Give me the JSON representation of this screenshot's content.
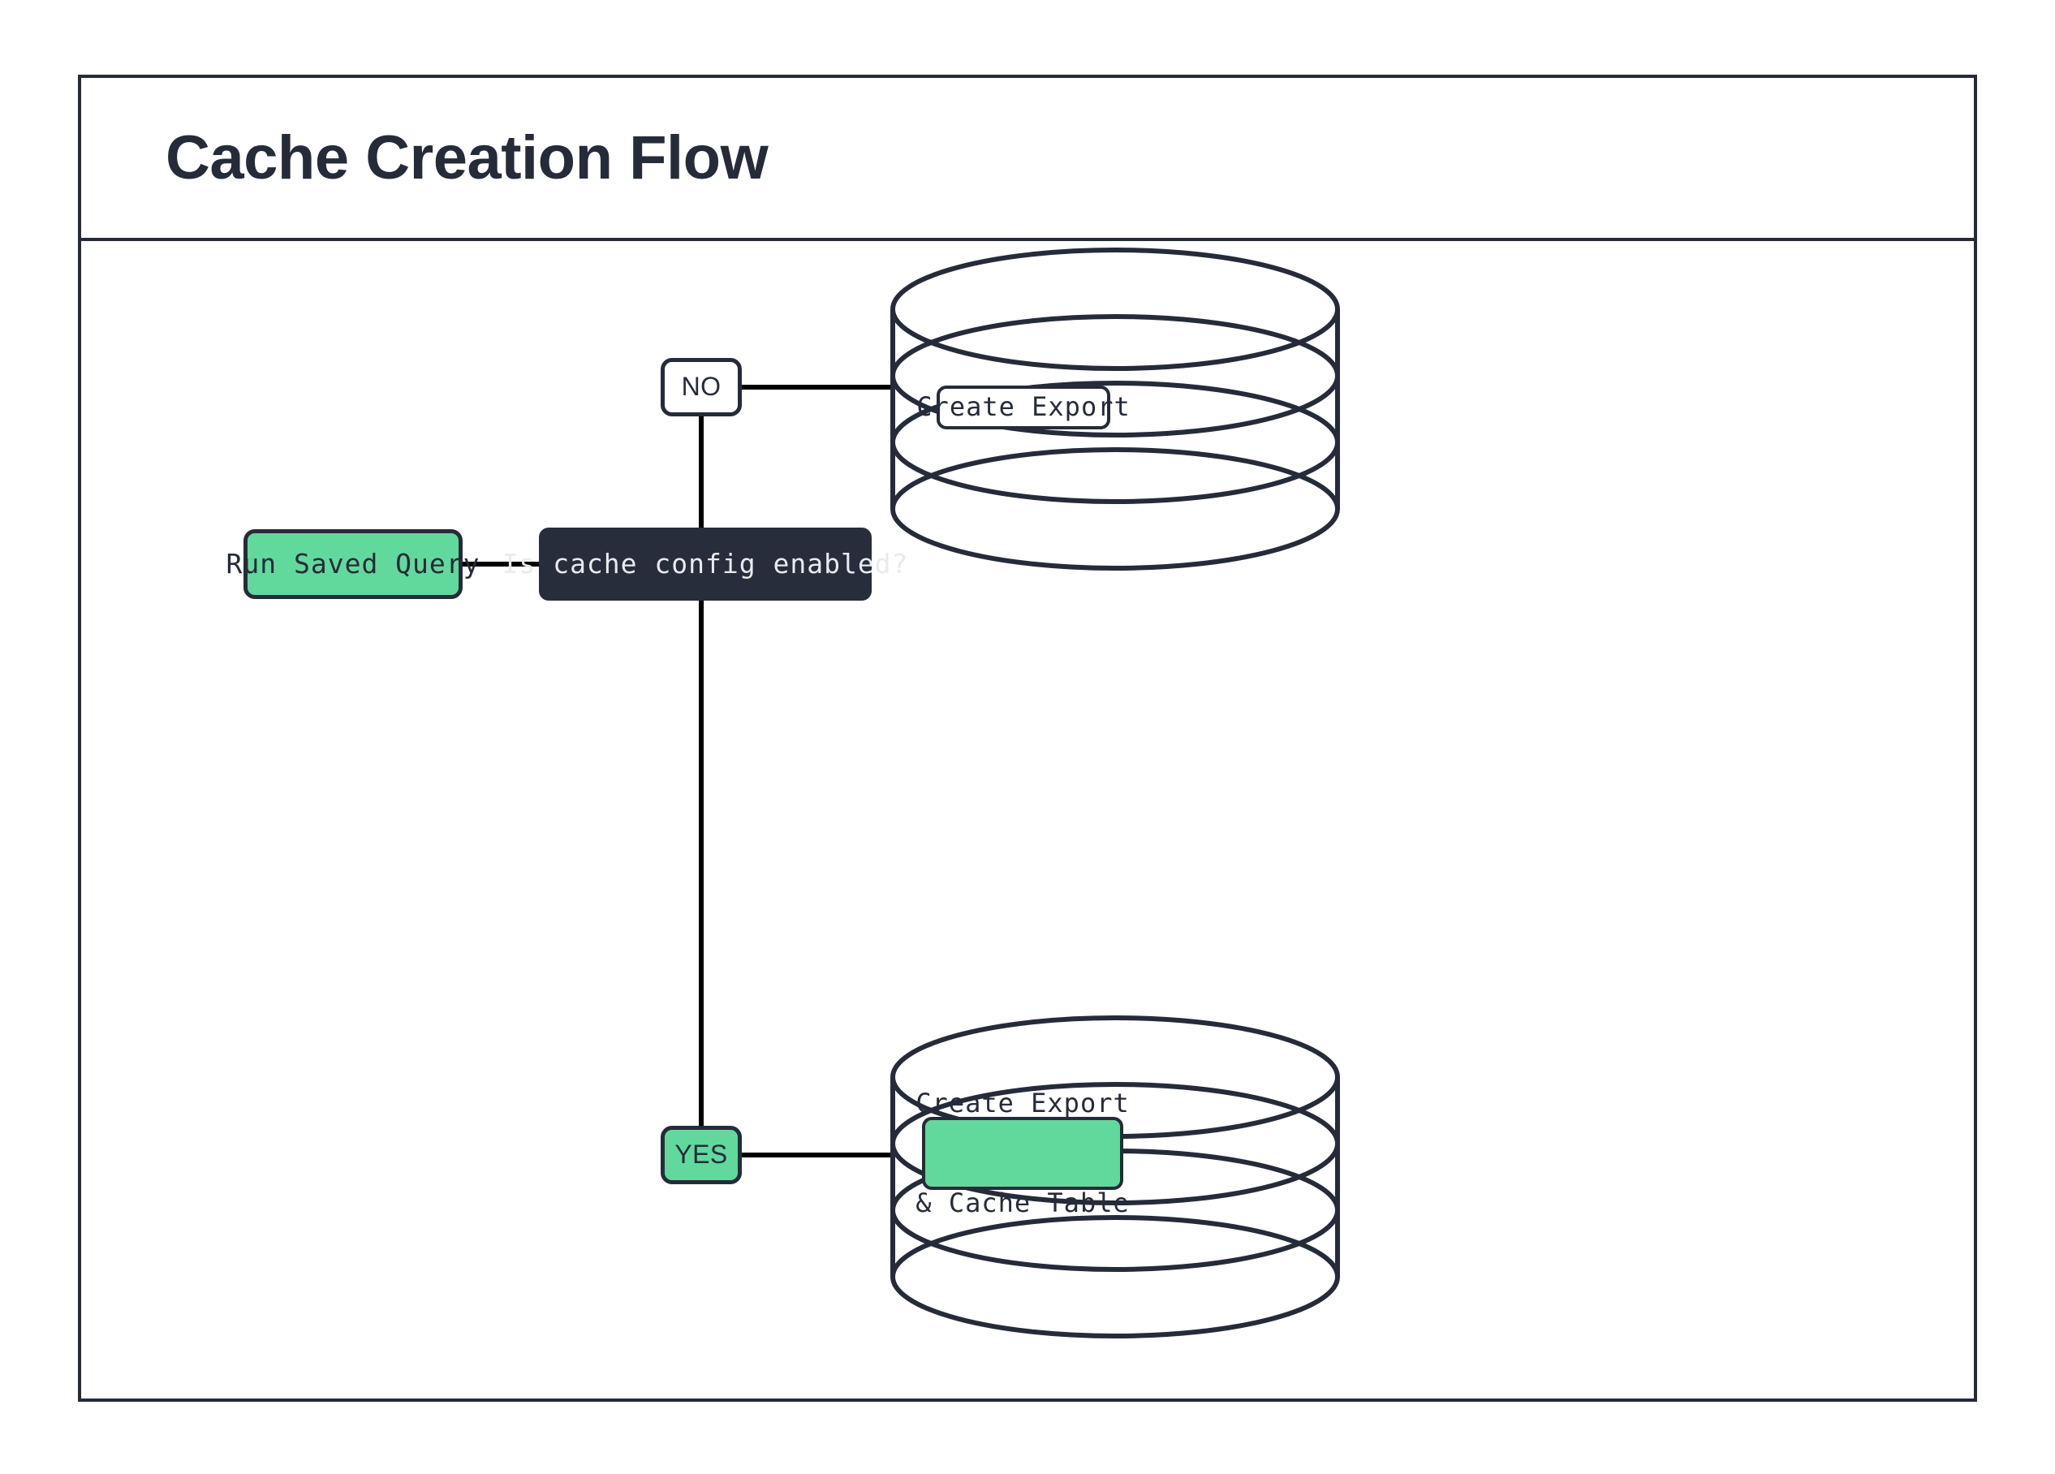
{
  "frame": {
    "title": "Cache Creation Flow",
    "border_color": "#262B3A",
    "background": "#FFFFFF"
  },
  "palette": {
    "dark_navy": "#262B3A",
    "decision_fill": "#282D3C",
    "decision_text": "#E8EAEE",
    "accent_green": "#62D99C",
    "edge_color": "#000000",
    "white": "#FFFFFF"
  },
  "diagram": {
    "type": "flowchart",
    "orientation": "left-to-right",
    "nodes": [
      {
        "id": "start",
        "label": "Run Saved Query",
        "shape": "rounded-rect",
        "fill": "#62D99C",
        "text_color": "#262B3A"
      },
      {
        "id": "decision",
        "label": "Is cache config enabled?",
        "shape": "rounded-rect",
        "fill": "#282D3C",
        "text_color": "#E8EAEE"
      },
      {
        "id": "branch_no",
        "label": "NO",
        "shape": "rounded-rect",
        "fill": "#FFFFFF",
        "text_color": "#262B3A"
      },
      {
        "id": "branch_yes",
        "label": "YES",
        "shape": "rounded-rect",
        "fill": "#62D99C",
        "text_color": "#262B3A"
      },
      {
        "id": "db_top",
        "label": "Create Export",
        "shape": "database-cylinder",
        "fill": "#FFFFFF",
        "text_color": "#262B3A"
      },
      {
        "id": "db_bottom",
        "label_line_1": "Create Export",
        "label_line_2": "& Cache Table",
        "shape": "database-cylinder",
        "fill": "#62D99C",
        "text_color": "#262B3A"
      }
    ],
    "edges": [
      {
        "from": "start",
        "to": "decision"
      },
      {
        "from": "decision",
        "to": "branch_no"
      },
      {
        "from": "branch_no",
        "to": "db_top"
      },
      {
        "from": "decision",
        "to": "branch_yes"
      },
      {
        "from": "branch_yes",
        "to": "db_bottom"
      }
    ]
  }
}
